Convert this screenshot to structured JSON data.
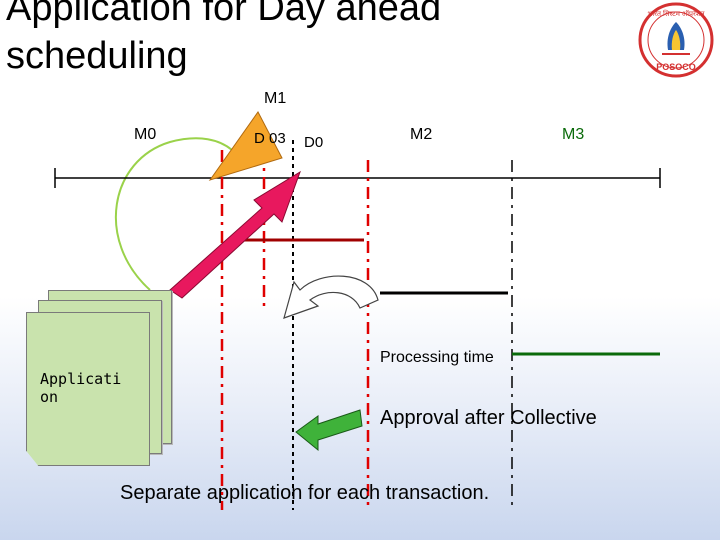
{
  "slide": {
    "title": "Application for Day ahead\nscheduling"
  },
  "timeline": {
    "m1": "M1",
    "m0": "M0",
    "d03": "D 03",
    "d0": "D0",
    "m2": "M2",
    "m3": "M3"
  },
  "document": {
    "label": "Applicati\non"
  },
  "notes": {
    "processing_time": "Processing time",
    "approval": "Approval after Collective",
    "separate": "Separate application for each transaction."
  },
  "logo": {
    "text": "POSOCO",
    "hindi": "भारत सिस्टम ऑपरेशन"
  },
  "colors": {
    "timeline_axis": "#000000",
    "d03_marker": "#f5a52a",
    "app_arrow": "#e8185e",
    "approval_arrow": "#3fb23a",
    "dash_red": "#e00000",
    "dash_black": "#000000",
    "bar_red": "#a00000",
    "bar_black": "#000000",
    "bar_green": "#0a6a0a",
    "curve_arrow": "#6a9e3a"
  }
}
